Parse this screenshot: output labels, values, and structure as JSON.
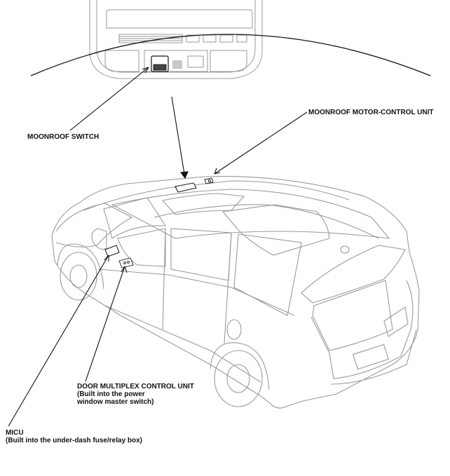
{
  "labels": {
    "moonroof_switch": "MOONROOF SWITCH",
    "moonroof_motor": "MOONROOF MOTOR-CONTROL UNIT",
    "door_multiplex_title": "DOOR MULTIPLEX CONTROL UNIT",
    "door_multiplex_line2": "(Built into the power",
    "door_multiplex_line3": "window master switch)",
    "micu_title": "MICU",
    "micu_line2": "(Built into the under-dash fuse/relay box)"
  },
  "colors": {
    "line": "#111111",
    "grey": "#9a9a9a",
    "paper": "#ffffff"
  }
}
